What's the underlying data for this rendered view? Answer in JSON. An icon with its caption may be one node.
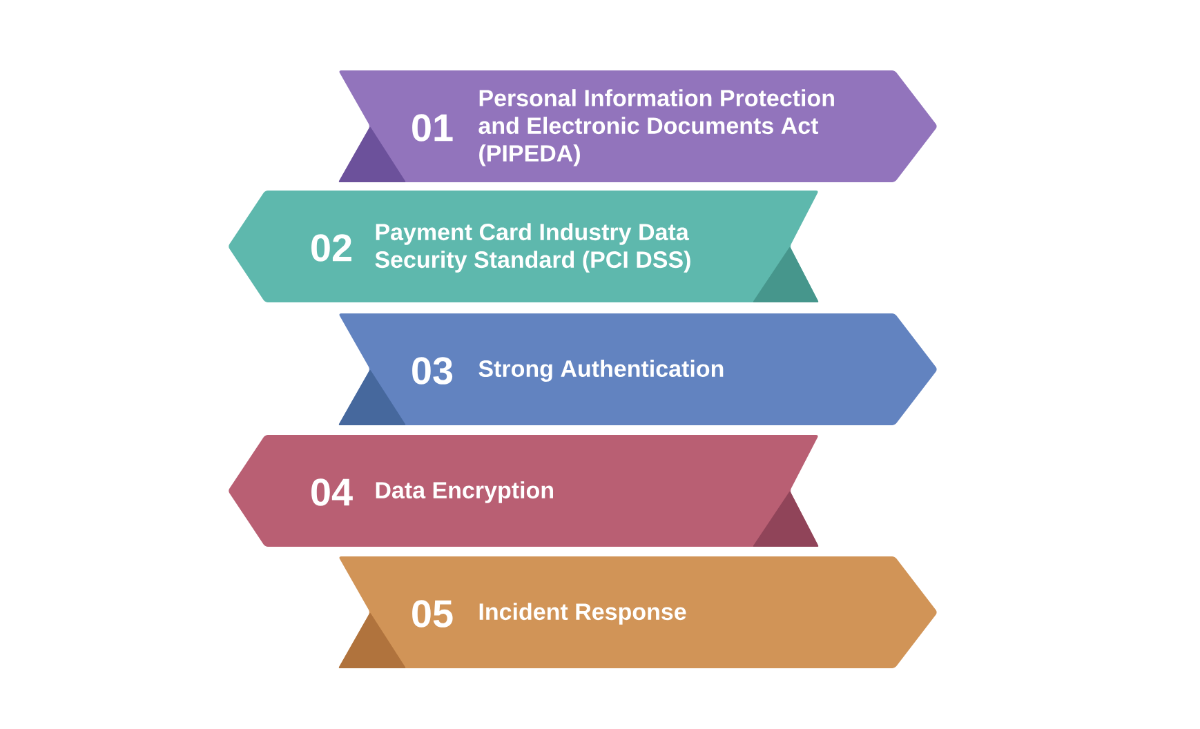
{
  "diagram": {
    "nodes": [
      {
        "text": [
          "01",
          "Personal Information Protection and Electronic Documents Act (PIPEDA)"
        ]
      },
      {
        "text": [
          "02",
          "Payment Card Industry Data Security Standard (PCI DSS)"
        ]
      },
      {
        "text": [
          "03",
          "Strong Authentication"
        ]
      },
      {
        "text": [
          "04",
          "Data Encryption"
        ]
      },
      {
        "text": [
          "05",
          "Incident Response"
        ]
      }
    ]
  }
}
